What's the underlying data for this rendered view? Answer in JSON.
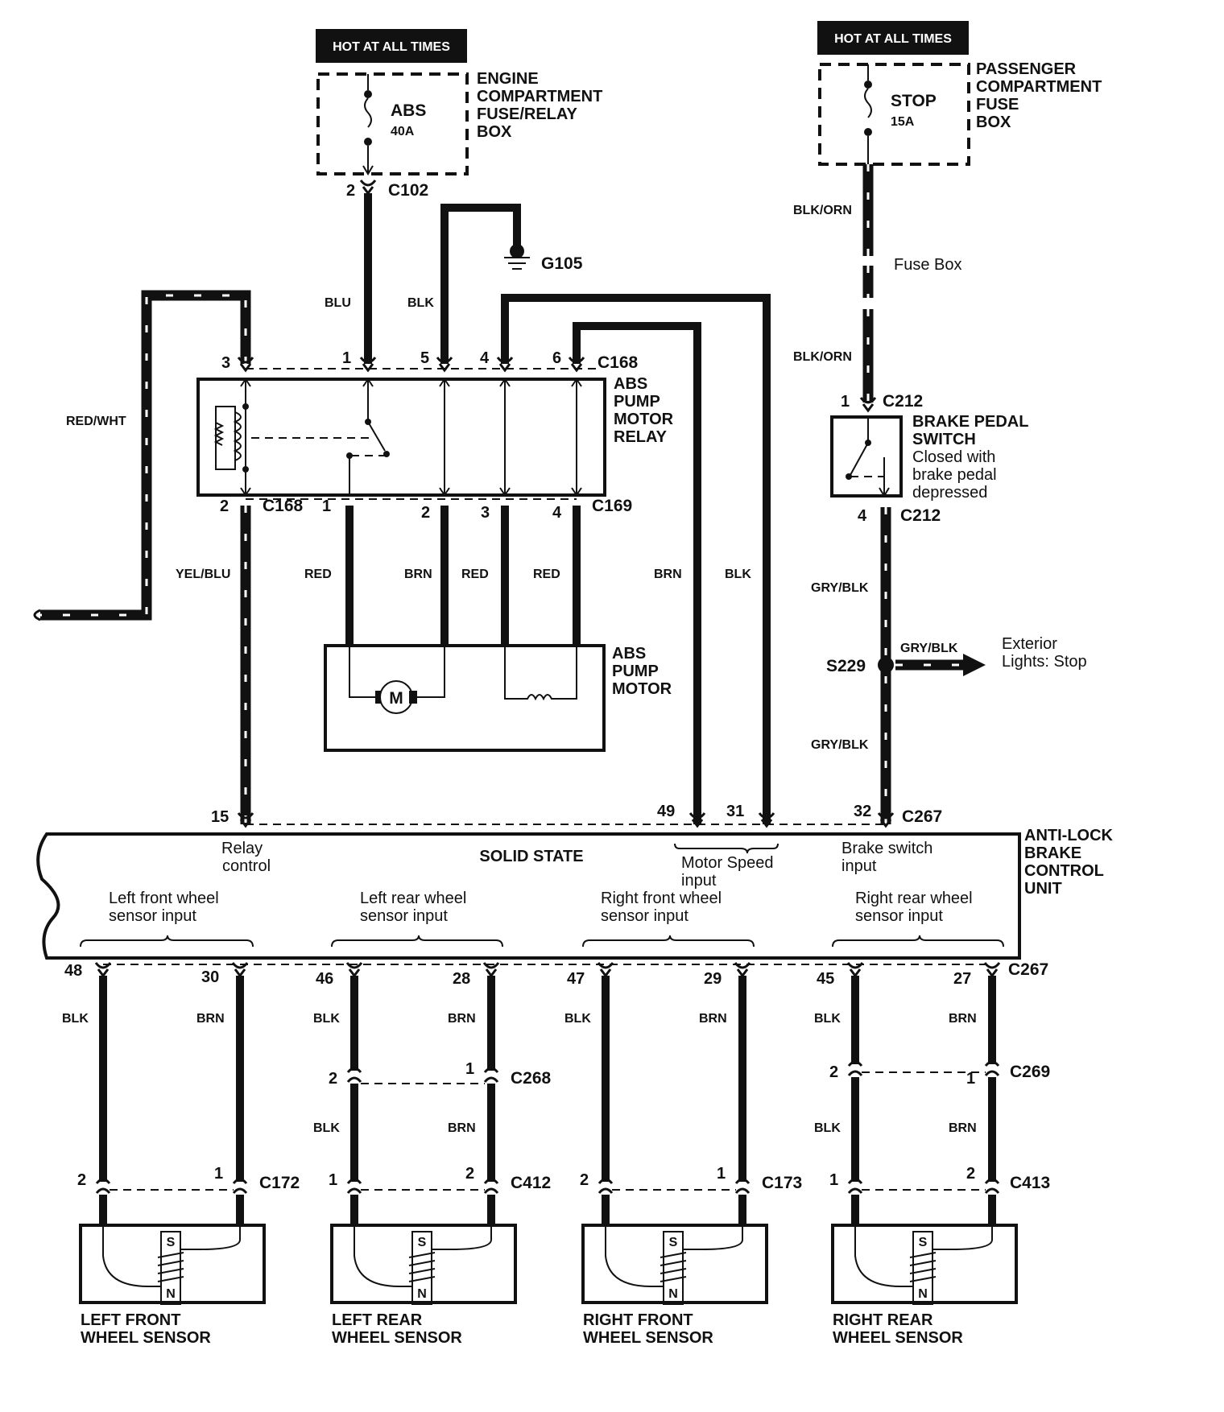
{
  "fuses": {
    "engine": {
      "hot": "HOT AT ALL TIMES",
      "name": "ABS",
      "rating": "40A",
      "box": [
        "ENGINE",
        "COMPARTMENT",
        "FUSE/RELAY",
        "BOX"
      ],
      "pin": "2",
      "connector": "C102"
    },
    "passenger": {
      "hot": "HOT AT ALL TIMES",
      "name": "STOP",
      "rating": "15A",
      "box": [
        "PASSENGER",
        "COMPARTMENT",
        "FUSE",
        "BOX"
      ]
    }
  },
  "ground": "G105",
  "relay": {
    "name": [
      "ABS",
      "PUMP",
      "MOTOR",
      "RELAY"
    ],
    "top_pins": [
      "3",
      "1",
      "5",
      "4",
      "6"
    ],
    "top_connector": "C168",
    "bottom_pins": [
      "2",
      "1",
      "2",
      "3",
      "4"
    ],
    "bottom_connector_left": "C168",
    "bottom_connector_right": "C169"
  },
  "motor": {
    "name": [
      "ABS",
      "PUMP",
      "MOTOR"
    ],
    "symbol": "M"
  },
  "wires": {
    "blu": "BLU",
    "blk": "BLK",
    "red_wht": "RED/WHT",
    "yel_blu": "YEL/BLU",
    "red": "RED",
    "brn": "BRN",
    "blk_orn": "BLK/ORN",
    "gry_blk": "GRY/BLK"
  },
  "fuse_box_label": "Fuse Box",
  "brake_switch": {
    "name": [
      "BRAKE PEDAL",
      "SWITCH"
    ],
    "desc": [
      "Closed with",
      "brake pedal",
      "depressed"
    ],
    "top_pin": "1",
    "top_connector": "C212",
    "bottom_pin": "4",
    "bottom_connector": "C212"
  },
  "splice": {
    "name": "S229",
    "dest": [
      "Exterior",
      "Lights: Stop"
    ]
  },
  "control_unit": {
    "name": [
      "ANTI-LOCK",
      "BRAKE",
      "CONTROL",
      "UNIT"
    ],
    "type": "SOLID STATE",
    "connector_top": "C267",
    "connector_bottom": "C267",
    "top_pins": [
      "15",
      "49",
      "31",
      "32"
    ],
    "relay_control": [
      "Relay",
      "control"
    ],
    "motor_speed": [
      "Motor Speed",
      "input"
    ],
    "brake_switch": [
      "Brake switch",
      "input"
    ],
    "sensor_inputs": [
      [
        "Left front wheel",
        "sensor input"
      ],
      [
        "Left rear wheel",
        "sensor input"
      ],
      [
        "Right front wheel",
        "sensor input"
      ],
      [
        "Right rear wheel",
        "sensor input"
      ]
    ]
  },
  "sensors": [
    {
      "name": [
        "LEFT FRONT",
        "WHEEL SENSOR"
      ],
      "ecu_pins": [
        "48",
        "30"
      ],
      "mid": null,
      "conn_pins": [
        "2",
        "1"
      ],
      "connector": "C172"
    },
    {
      "name": [
        "LEFT REAR",
        "WHEEL SENSOR"
      ],
      "ecu_pins": [
        "46",
        "28"
      ],
      "mid": {
        "pins": [
          "2",
          "1"
        ],
        "connector": "C268"
      },
      "conn_pins": [
        "1",
        "2"
      ],
      "connector": "C412"
    },
    {
      "name": [
        "RIGHT FRONT",
        "WHEEL SENSOR"
      ],
      "ecu_pins": [
        "47",
        "29"
      ],
      "mid": null,
      "conn_pins": [
        "2",
        "1"
      ],
      "connector": "C173"
    },
    {
      "name": [
        "RIGHT REAR",
        "WHEEL SENSOR"
      ],
      "ecu_pins": [
        "45",
        "27"
      ],
      "mid": {
        "pins": [
          "2",
          "1"
        ],
        "connector": "C269"
      },
      "conn_pins": [
        "1",
        "2"
      ],
      "connector": "C413"
    }
  ],
  "sensor_poles": [
    "S",
    "N"
  ]
}
